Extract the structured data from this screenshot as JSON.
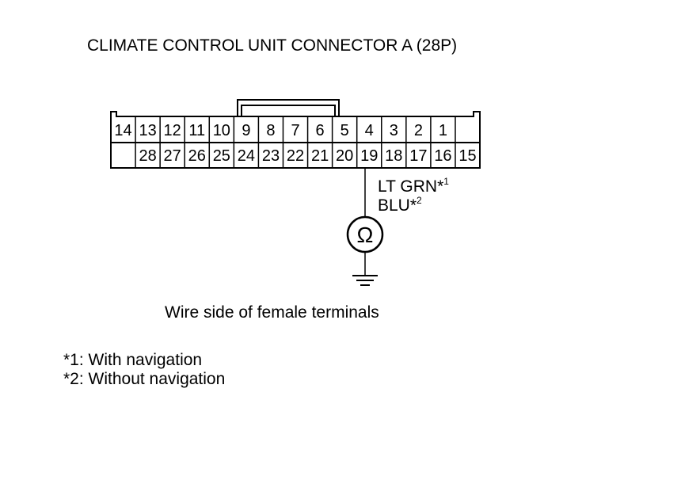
{
  "title": "CLIMATE CONTROL UNIT CONNECTOR A (28P)",
  "connector": {
    "top_row": [
      "14",
      "13",
      "12",
      "11",
      "10",
      "9",
      "8",
      "7",
      "6",
      "5",
      "4",
      "3",
      "2",
      "1",
      ""
    ],
    "bottom_row": [
      "",
      "28",
      "27",
      "26",
      "25",
      "24",
      "23",
      "22",
      "21",
      "20",
      "19",
      "18",
      "17",
      "16",
      "15"
    ],
    "probe_terminal": "19"
  },
  "wire": {
    "color_primary": "LT GRN*",
    "color_primary_sup": "1",
    "color_alt": "BLU*",
    "color_alt_sup": "2"
  },
  "meter": {
    "symbol": "Ω"
  },
  "caption": "Wire side of female terminals",
  "notes": [
    "*1: With navigation",
    "*2: Without navigation"
  ]
}
